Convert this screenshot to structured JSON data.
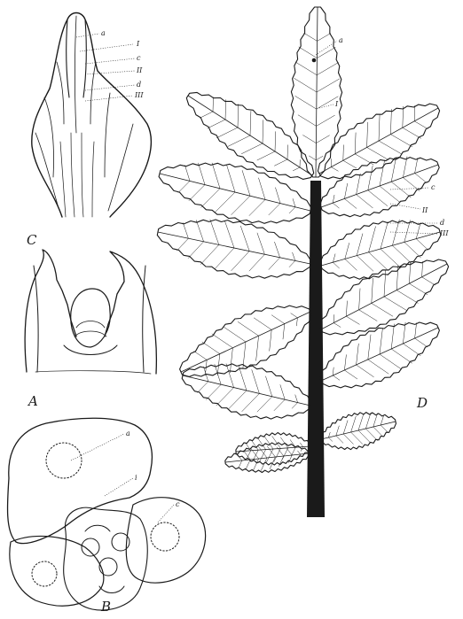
{
  "panels": {
    "C": {
      "letter": "C",
      "callouts": [
        {
          "key": "a",
          "text": "a"
        },
        {
          "key": "I",
          "text": "I"
        },
        {
          "key": "c",
          "text": "c"
        },
        {
          "key": "II",
          "text": "II"
        },
        {
          "key": "d",
          "text": "d"
        },
        {
          "key": "III",
          "text": "III"
        }
      ]
    },
    "A": {
      "letter": "A"
    },
    "B": {
      "letter": "B",
      "callouts": [
        {
          "key": "a",
          "text": "a"
        },
        {
          "key": "i",
          "text": "i"
        },
        {
          "key": "c",
          "text": "c"
        }
      ]
    },
    "D": {
      "letter": "D",
      "callouts": [
        {
          "key": "a",
          "text": "a"
        },
        {
          "key": "I",
          "text": "I"
        },
        {
          "key": "c",
          "text": "c"
        },
        {
          "key": "II",
          "text": "II"
        },
        {
          "key": "d",
          "text": "d"
        },
        {
          "key": "III",
          "text": "III"
        }
      ]
    }
  },
  "style": {
    "ink_color": "#1a1a1a",
    "paper_color": "#ffffff"
  }
}
